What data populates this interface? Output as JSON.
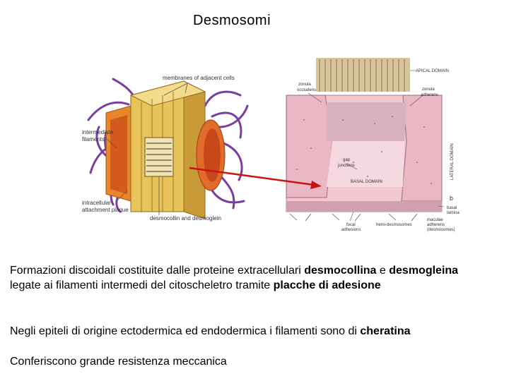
{
  "slide": {
    "title": "Desmosomi",
    "figure_left": {
      "label_membranes": "membranes of adjacent cells",
      "label_intermediate_1": "intermediate",
      "label_intermediate_2": "filaments",
      "label_plaque_1": "intracellular",
      "label_plaque_2": "attachment plaque",
      "label_desmocollin": "desmocollin and desmoglein"
    },
    "figure_right": {
      "label_apical": "APICAL DOMAIN",
      "label_zonula_occludens_1": "zonula",
      "label_zonula_occludens_2": "occludens",
      "label_zonula_adherens_1": "zonula",
      "label_zonula_adherens_2": "adherens",
      "label_lateral": "LATERAL DOMAIN",
      "label_gap_1": "gap",
      "label_gap_2": "junctions",
      "label_basal": "BASAL DOMAIN",
      "label_b": "b",
      "label_basal_lamina_1": "basal",
      "label_basal_lamina_2": "lamina",
      "label_focal_1": "focal",
      "label_focal_2": "adhesions",
      "label_hemi": "hemi-desmosomes",
      "label_maculae_1": "maculae",
      "label_maculae_2": "adherens",
      "label_maculae_3": "(desmosomes)"
    },
    "p1": {
      "t1": "Formazioni discoidali costituite dalle proteine extracellulari ",
      "b1": "desmocollina",
      "t2": " e ",
      "b2": "desmogleina",
      "t3": " legate ai filamenti intermedi del citoscheletro tramite ",
      "b3": "placche di adesione"
    },
    "p2": {
      "t1": "Negli epiteli di origine ectodermica ed endodermica i filamenti sono di ",
      "b1": "cheratina"
    },
    "p3": "Conferiscono grande resistenza meccanica"
  },
  "colors": {
    "arrow": "#cc1111",
    "plaque_orange": "#e8862a",
    "membrane_yellow": "#e8c35a",
    "filament_purple": "#7a3ea0",
    "tissue_pink": "#f2c9d3"
  }
}
